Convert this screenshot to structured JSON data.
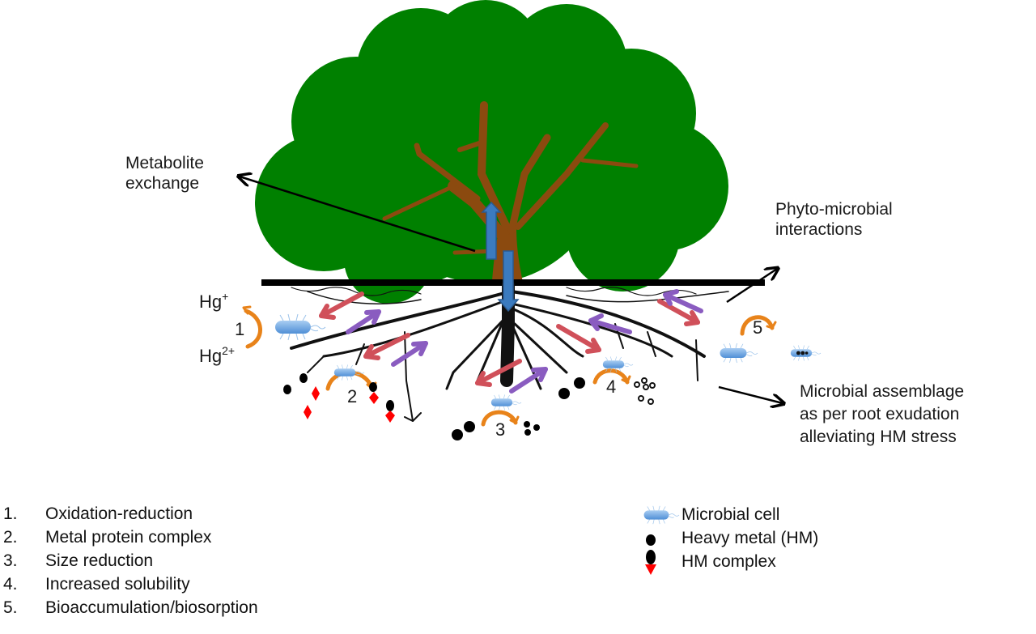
{
  "labels": {
    "metabolite_exchange": [
      "Metabolite",
      "exchange"
    ],
    "phyto_microbial": [
      "Phyto-microbial",
      "interactions"
    ],
    "microbial_assemblage": [
      "Microbial assemblage",
      "as per root exudation",
      "alleviating HM stress"
    ],
    "hg_plus": {
      "base": "Hg",
      "charge": "+"
    },
    "hg_2plus": {
      "base": "Hg",
      "charge": "2+"
    }
  },
  "process_numbers": [
    "1",
    "2",
    "3",
    "4",
    "5"
  ],
  "processes": [
    {
      "n": "1.",
      "label": "Oxidation-reduction"
    },
    {
      "n": "2.",
      "label": "Metal protein complex"
    },
    {
      "n": "3.",
      "label": "Size reduction"
    },
    {
      "n": "4.",
      "label": "Increased solubility"
    },
    {
      "n": "5.",
      "label": "Bioaccumulation/biosorption"
    }
  ],
  "key": [
    {
      "symbol": "microbial-cell",
      "label": "Microbial cell"
    },
    {
      "symbol": "heavy-metal",
      "label": "Heavy metal (HM)"
    },
    {
      "symbol": "hm-complex",
      "label": "HM complex"
    }
  ],
  "colors": {
    "canopy": "#008000",
    "trunk": "#8b4a0f",
    "flow_arrow": "#3b7bbf",
    "red_arrow": "#d0505a",
    "purple_arrow": "#8a5cc0",
    "orange_arc": "#e8831a",
    "microbe": "#6aa6e0",
    "hm_complex_red": "#ff0000"
  }
}
